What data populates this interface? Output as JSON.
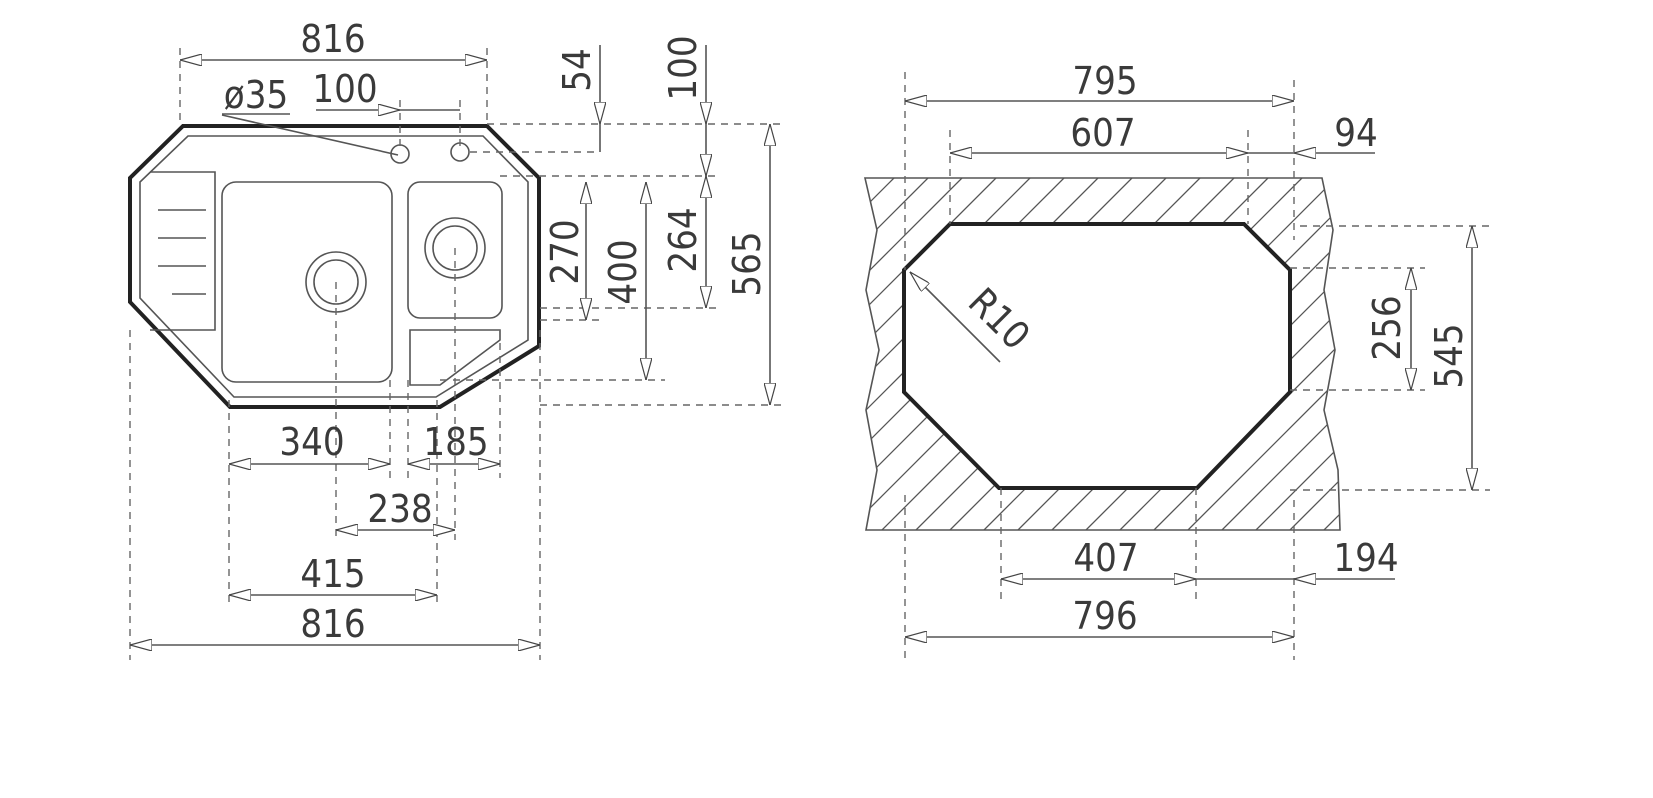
{
  "sink_plan": {
    "dims": {
      "top_width": "816",
      "hole_diameter": "ø35",
      "hole_spacing": "100",
      "top_offset": "54",
      "right_offset": "100",
      "bowl_depth": "270",
      "small_bowl_depth": "400",
      "side_depth": "264",
      "total_depth": "565",
      "main_bowl_width": "340",
      "small_bowl_width": "185",
      "drain_spacing": "238",
      "bottom_edge": "415",
      "bottom_width": "816"
    }
  },
  "cutout": {
    "dims": {
      "top_width": "795",
      "inner_top": "607",
      "right_top": "94",
      "radius": "R10",
      "side_inner": "256",
      "depth": "545",
      "bottom_inner": "407",
      "right_bottom": "194",
      "bottom_width": "796"
    }
  },
  "colors": {
    "line": "#222222",
    "dim": "#555555",
    "text": "#3a3a3a"
  }
}
